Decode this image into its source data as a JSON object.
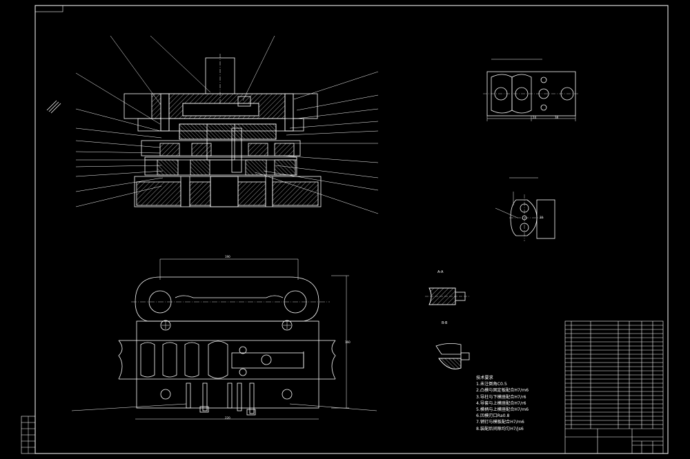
{
  "drawing": {
    "background": "#000000",
    "line_color": "#ffffff",
    "section_ab_labels": [
      "A-A",
      "B-B"
    ],
    "dim_labels": {
      "width_top": "190",
      "height_right": "160",
      "width_bottom": "220",
      "strip_pitch": "24",
      "strip_width": "38",
      "part_height": "20"
    },
    "technical_notes": {
      "heading": "技术要求",
      "lines": [
        "1.未注倒角C0.5",
        "2.凸模与固定板配合H7/m6",
        "3.导柱与下模座配合H7/r6",
        "4.导套与上模座配合H7/r6",
        "5.模柄与上模座配合H7/m6",
        "6.凹模刃口Ra0.8",
        "7.销钉与模板配合H7/m6",
        "8.装配后间隙均匀H7/js6"
      ]
    }
  }
}
